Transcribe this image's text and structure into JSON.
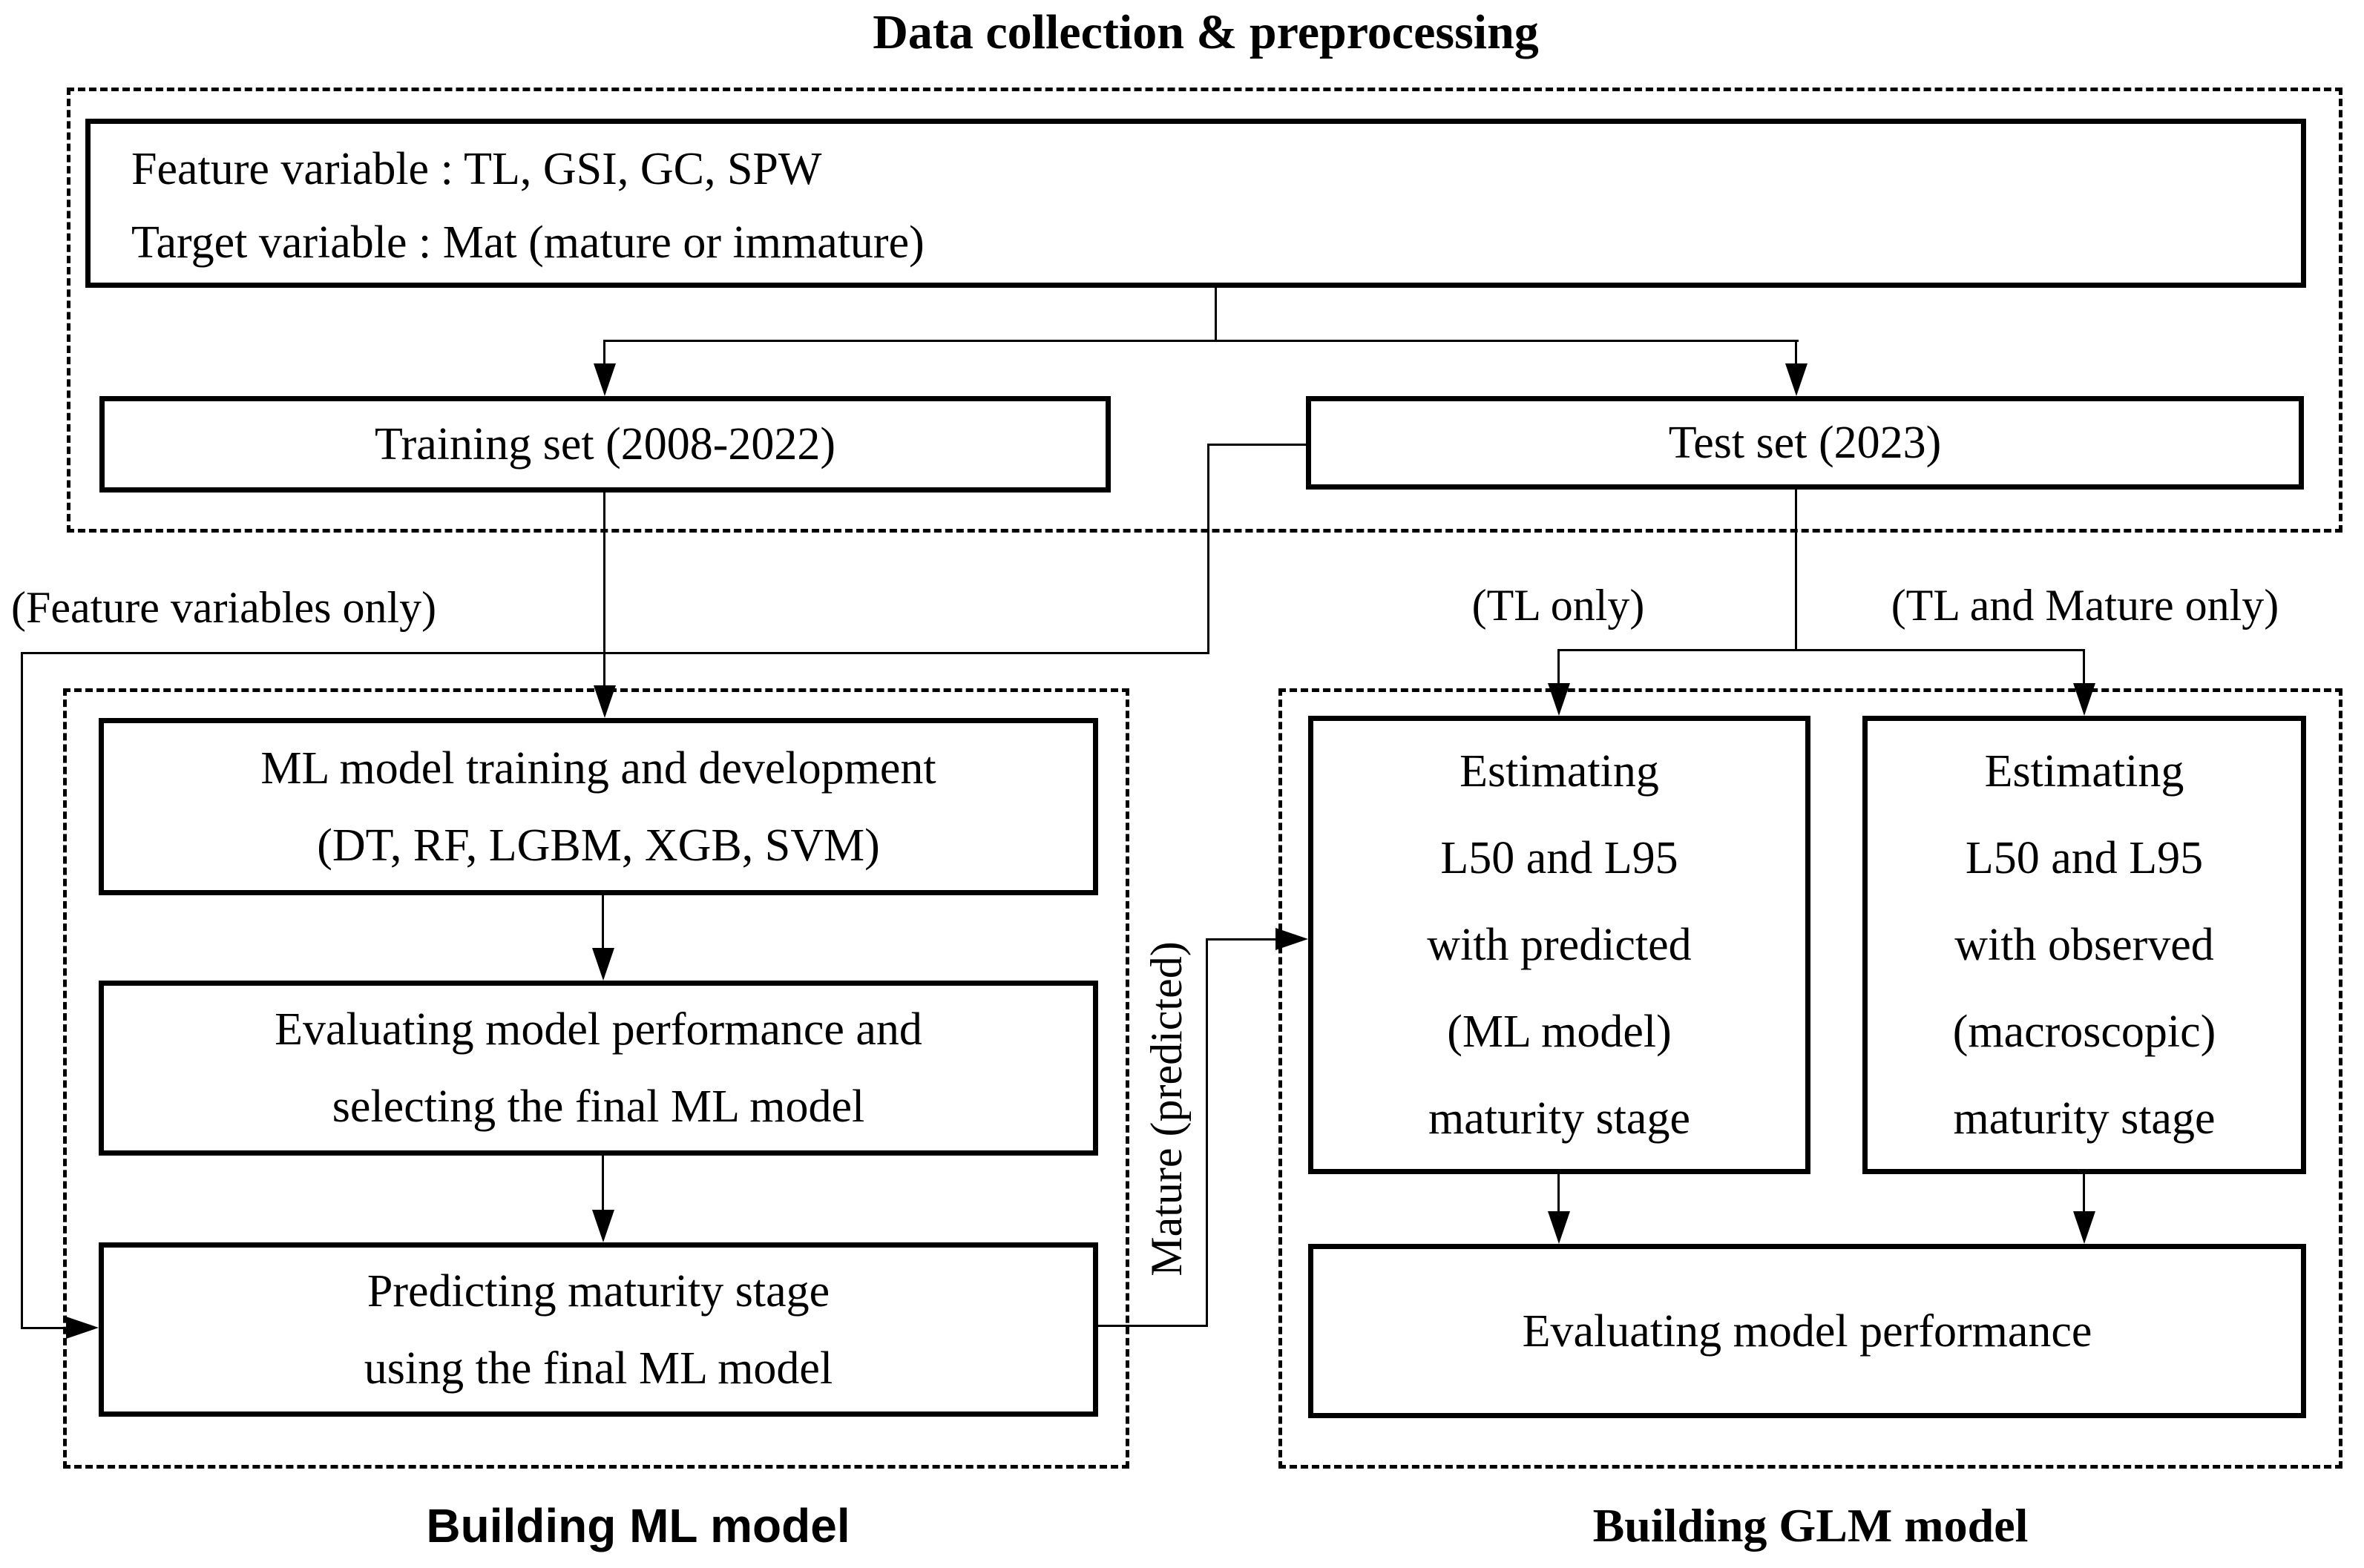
{
  "title": "Data collection & preprocessing",
  "preprocessing": {
    "variables_box": {
      "line1": "Feature variable : TL, GSI, GC, SPW",
      "line2": "Target variable : Mat (mature or immature)"
    },
    "training_box": "Training set (2008-2022)",
    "test_box": "Test set (2023)"
  },
  "edge_labels": {
    "feature_variables_only": "(Feature variables only)",
    "tl_only": "(TL only)",
    "tl_and_mature_only": "(TL and Mature only)",
    "mature_predicted": "Mature (predicted)"
  },
  "ml_section": {
    "label": "Building ML model",
    "boxes": [
      {
        "line1": "ML model training and development",
        "line2": "(DT, RF, LGBM, XGB, SVM)"
      },
      {
        "line1": "Evaluating model performance and",
        "line2": "selecting the final ML model"
      },
      {
        "line1": "Predicting maturity stage",
        "line2": "using the final ML model"
      }
    ]
  },
  "glm_section": {
    "label": "Building GLM model",
    "boxes": [
      {
        "lines": [
          "Estimating",
          "L50 and L95",
          "with predicted",
          "(ML model)",
          "maturity stage"
        ]
      },
      {
        "lines": [
          "Estimating",
          "L50 and L95",
          "with observed",
          "(macroscopic)",
          "maturity stage"
        ]
      },
      {
        "lines": [
          "Evaluating model performance"
        ]
      }
    ]
  }
}
